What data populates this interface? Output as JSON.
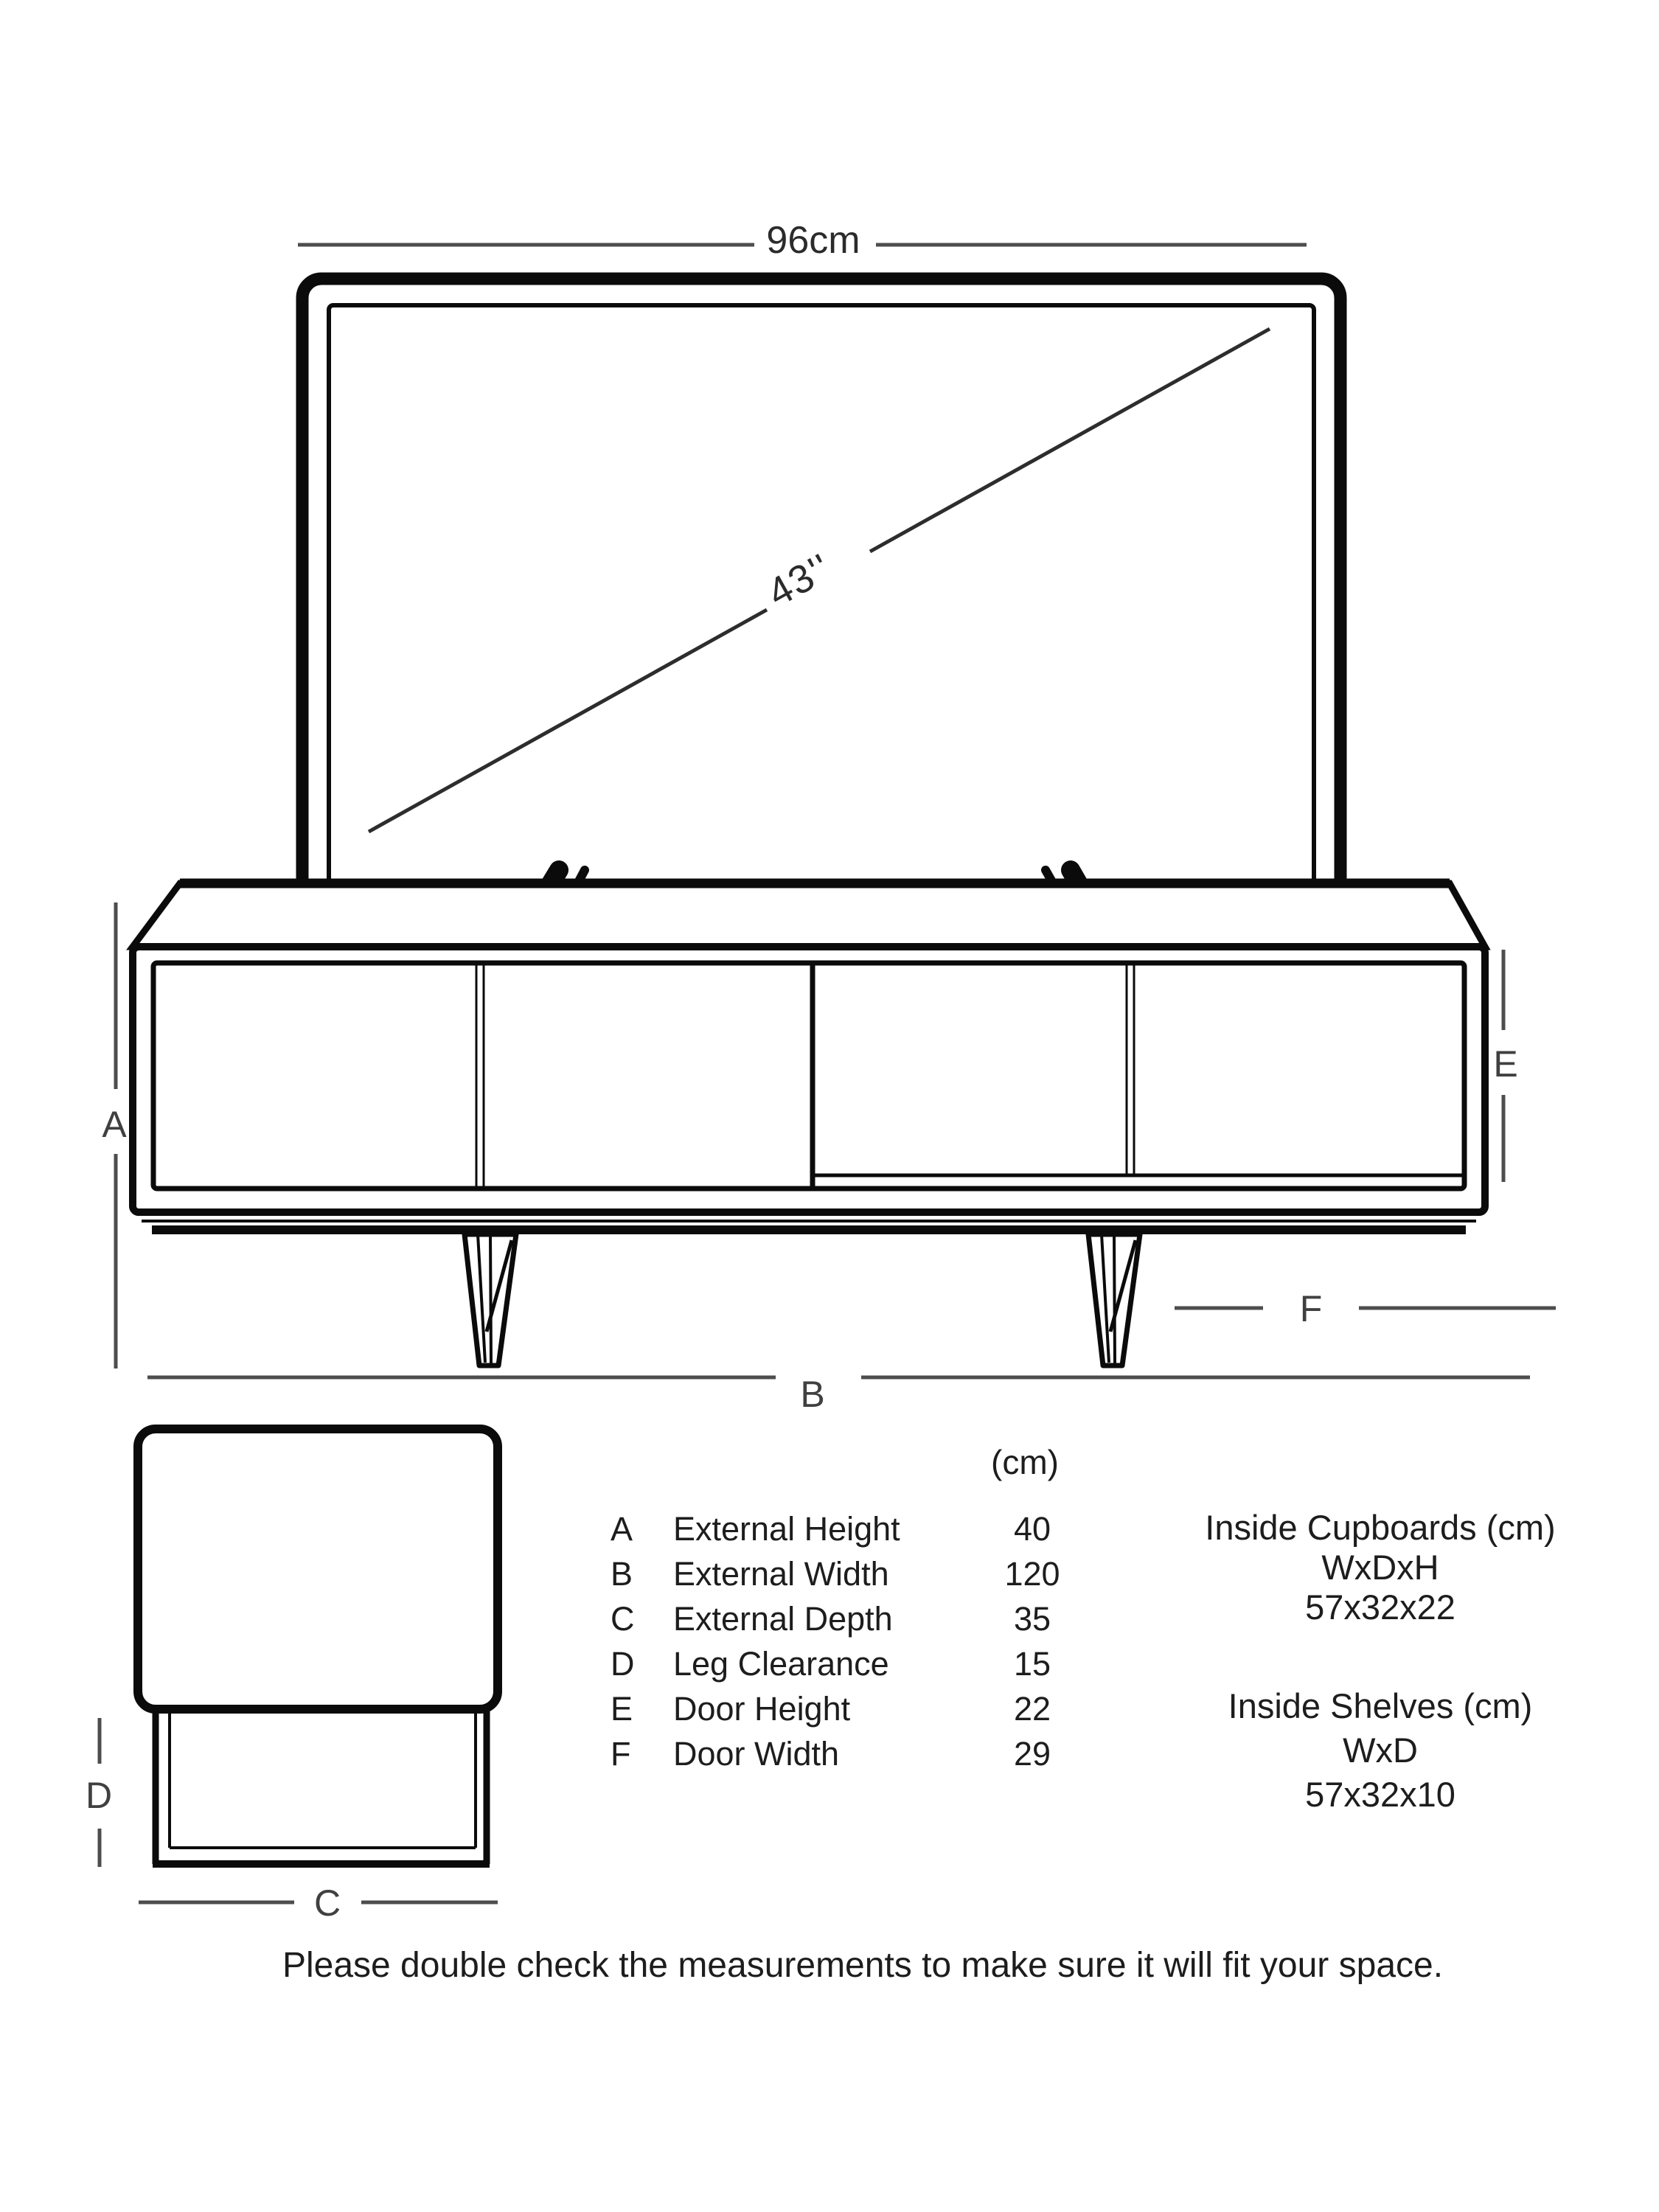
{
  "tv": {
    "width_label": "96cm",
    "diagonal_label": "43''"
  },
  "dim_letters": {
    "a": "A",
    "b": "B",
    "c": "C",
    "d": "D",
    "e": "E",
    "f": "F"
  },
  "table": {
    "unit_header": "(cm)",
    "rows": [
      {
        "letter": "A",
        "label": "External Height",
        "value": "40"
      },
      {
        "letter": "B",
        "label": "External Width",
        "value": "120"
      },
      {
        "letter": "C",
        "label": "External Depth",
        "value": "35"
      },
      {
        "letter": "D",
        "label": "Leg Clearance",
        "value": "15"
      },
      {
        "letter": "E",
        "label": "Door Height",
        "value": "22"
      },
      {
        "letter": "F",
        "label": "Door Width",
        "value": "29"
      }
    ]
  },
  "inside": {
    "cupboards": {
      "title": "Inside Cupboards (cm)",
      "dims": "WxDxH",
      "value": "57x32x22"
    },
    "shelves": {
      "title": "Inside Shelves (cm)",
      "dims": "WxD",
      "value": "57x32x10"
    }
  },
  "note": {
    "text": "Please double check the measurements to make sure it will fit your space."
  },
  "colors": {
    "ink": "#111111",
    "dim_line": "#4d4d4d",
    "label": "#3a3a3a"
  }
}
